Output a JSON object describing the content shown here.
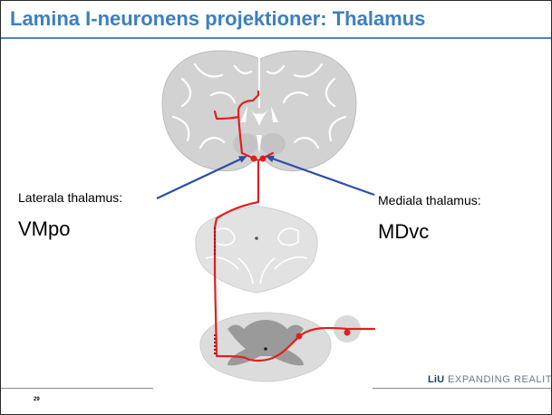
{
  "slide": {
    "title": "Lamina I-neuronens projektioner: Thalamus",
    "page_number": "29"
  },
  "labels": {
    "lateral_caption": "Laterala thalamus:",
    "lateral_nucleus": "VMpo",
    "medial_caption": "Mediala thalamus:",
    "medial_nucleus": "MDvc"
  },
  "logo": {
    "brand": "LiU",
    "tagline": "EXPANDING REALITY"
  },
  "colors": {
    "title": "#3c7fbf",
    "pathway": "#e02020",
    "arrow": "#2b4fa6",
    "tissue_grey": "#bfbfbf"
  },
  "icons": [
    "brain-section-icon",
    "medulla-section-icon",
    "spinal-cord-section-icon",
    "neuron-cell-body-icon"
  ]
}
